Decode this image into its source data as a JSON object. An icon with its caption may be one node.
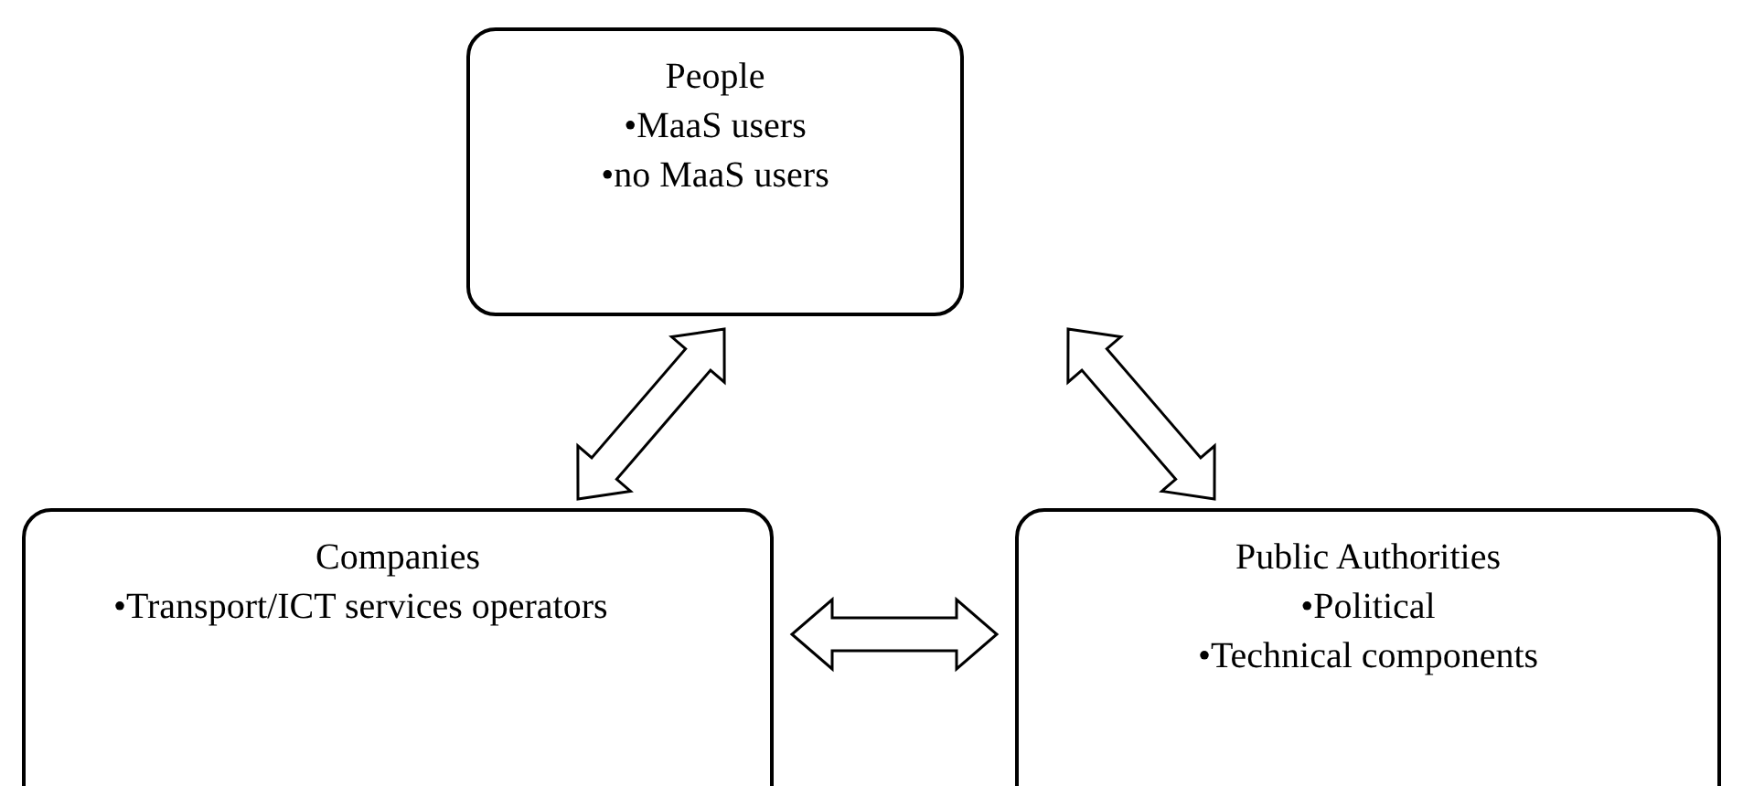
{
  "diagram": {
    "nodes": [
      {
        "text": [
          "People",
          "•MaaS users",
          "•no MaaS users"
        ]
      },
      {
        "text": [
          "Companies",
          "•Transport/ICT services operators"
        ]
      },
      {
        "text": [
          "Public Authorities",
          "•Political",
          "•Technical components"
        ]
      }
    ],
    "edges": [
      {
        "from": 1,
        "to": 0,
        "arrow": "both"
      },
      {
        "from": 0,
        "to": 2,
        "arrow": "both"
      },
      {
        "from": 1,
        "to": 2,
        "arrow": "both"
      }
    ]
  }
}
